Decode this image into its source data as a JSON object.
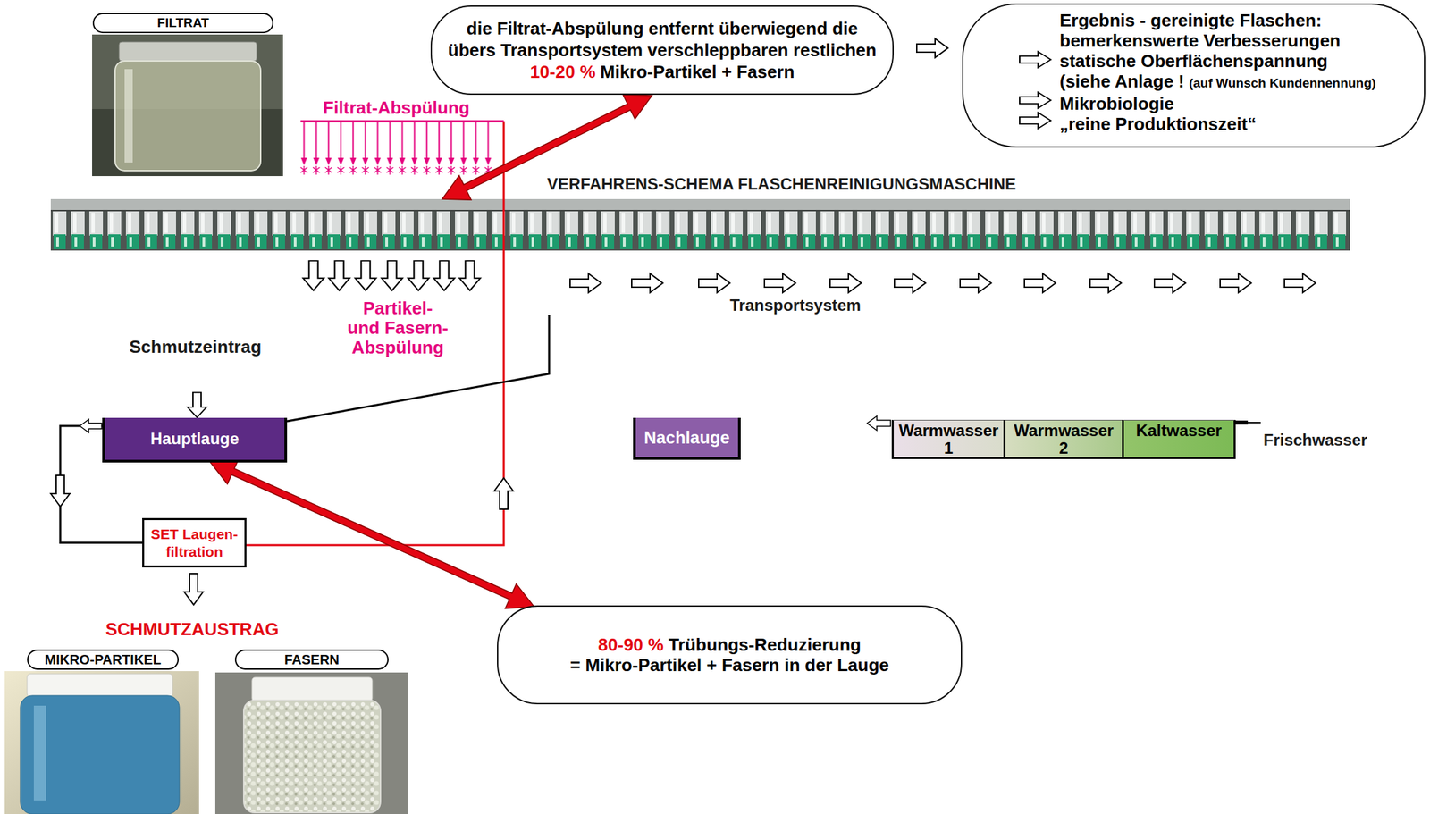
{
  "diagram": {
    "title": "VERFAHRENS-SCHEMA FLASCHENREINIGUNGSMASCHINE",
    "nodes": [
      {
        "text": [
          "FILTRAT"
        ]
      },
      {
        "text": [
          "die Filtrat-Abspülung entfernt überwiegend die übers Transportsystem verschleppbaren restlichen",
          "10-20 %",
          "Mikro-Partikel + Fasern"
        ]
      },
      {
        "text": [
          "Ergebnis - gereinigte Flaschen: bemerkenswerte Verbesserungen",
          "statische Oberflächenspannung",
          "(siehe Anlage !",
          "(auf Wunsch Kundennennung)",
          "Mikrobiologie",
          "„reine Produktionszeit“"
        ]
      },
      {
        "text": [
          "Hauptlauge"
        ]
      },
      {
        "text": [
          "Nachlauge"
        ]
      },
      {
        "text": [
          "Warmwasser 1"
        ]
      },
      {
        "text": [
          "Warmwasser 2"
        ]
      },
      {
        "text": [
          "Kaltwasser"
        ]
      },
      {
        "text": [
          "SET Laugen- filtration"
        ]
      },
      {
        "text": [
          "80-90 %",
          "Trübungs-Reduzierung",
          "= Mikro-Partikel + Fasern in der Lauge"
        ]
      },
      {
        "text": [
          "MIKRO-PARTIKEL"
        ]
      },
      {
        "text": [
          "FASERN"
        ]
      }
    ],
    "edges": [
      {
        "from": 3,
        "to": 9,
        "arrow": "both"
      },
      {
        "from": 3,
        "to": 8,
        "arrow": "none"
      }
    ],
    "labels": [
      "Filtrat-Abspülung",
      "Partikel- und Fasern- Abspülung",
      "Transportsystem",
      "Schmutzeintrag",
      "Frischwasser",
      "SCHMUTZAUSTRAG"
    ]
  }
}
